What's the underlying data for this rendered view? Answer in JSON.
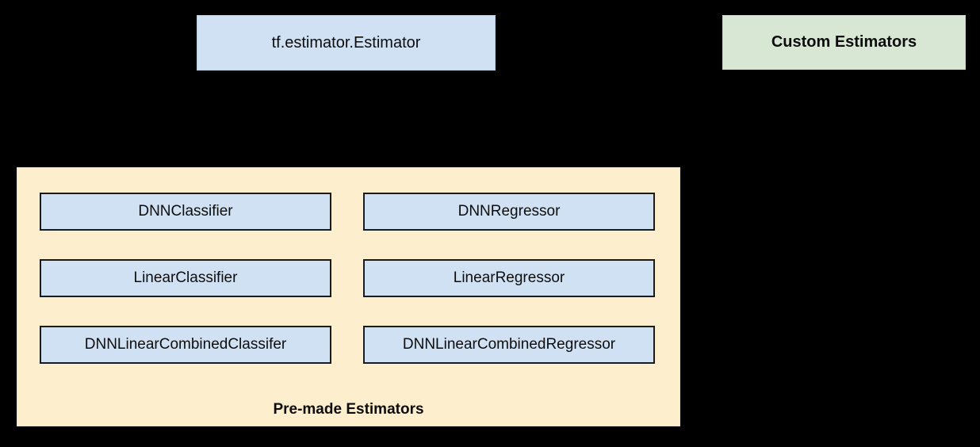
{
  "diagram": {
    "background_color": "#000000",
    "top_nodes": [
      {
        "id": "estimator",
        "label": "tf.estimator.Estimator",
        "fill": "#d0e1f3",
        "bold": false
      },
      {
        "id": "custom-estimators",
        "label": "Custom Estimators",
        "fill": "#d7e7d3",
        "bold": true
      }
    ],
    "premade_group": {
      "label": "Pre-made Estimators",
      "fill": "#fdeece",
      "box_fill": "#d0e1f3",
      "box_border": "#1a1a1a",
      "rows": [
        {
          "left": "DNNClassifier",
          "right": "DNNRegressor"
        },
        {
          "left": "LinearClassifier",
          "right": "LinearRegressor"
        },
        {
          "left": "DNNLinearCombinedClassifer",
          "right": "DNNLinearCombinedRegressor"
        }
      ]
    }
  }
}
